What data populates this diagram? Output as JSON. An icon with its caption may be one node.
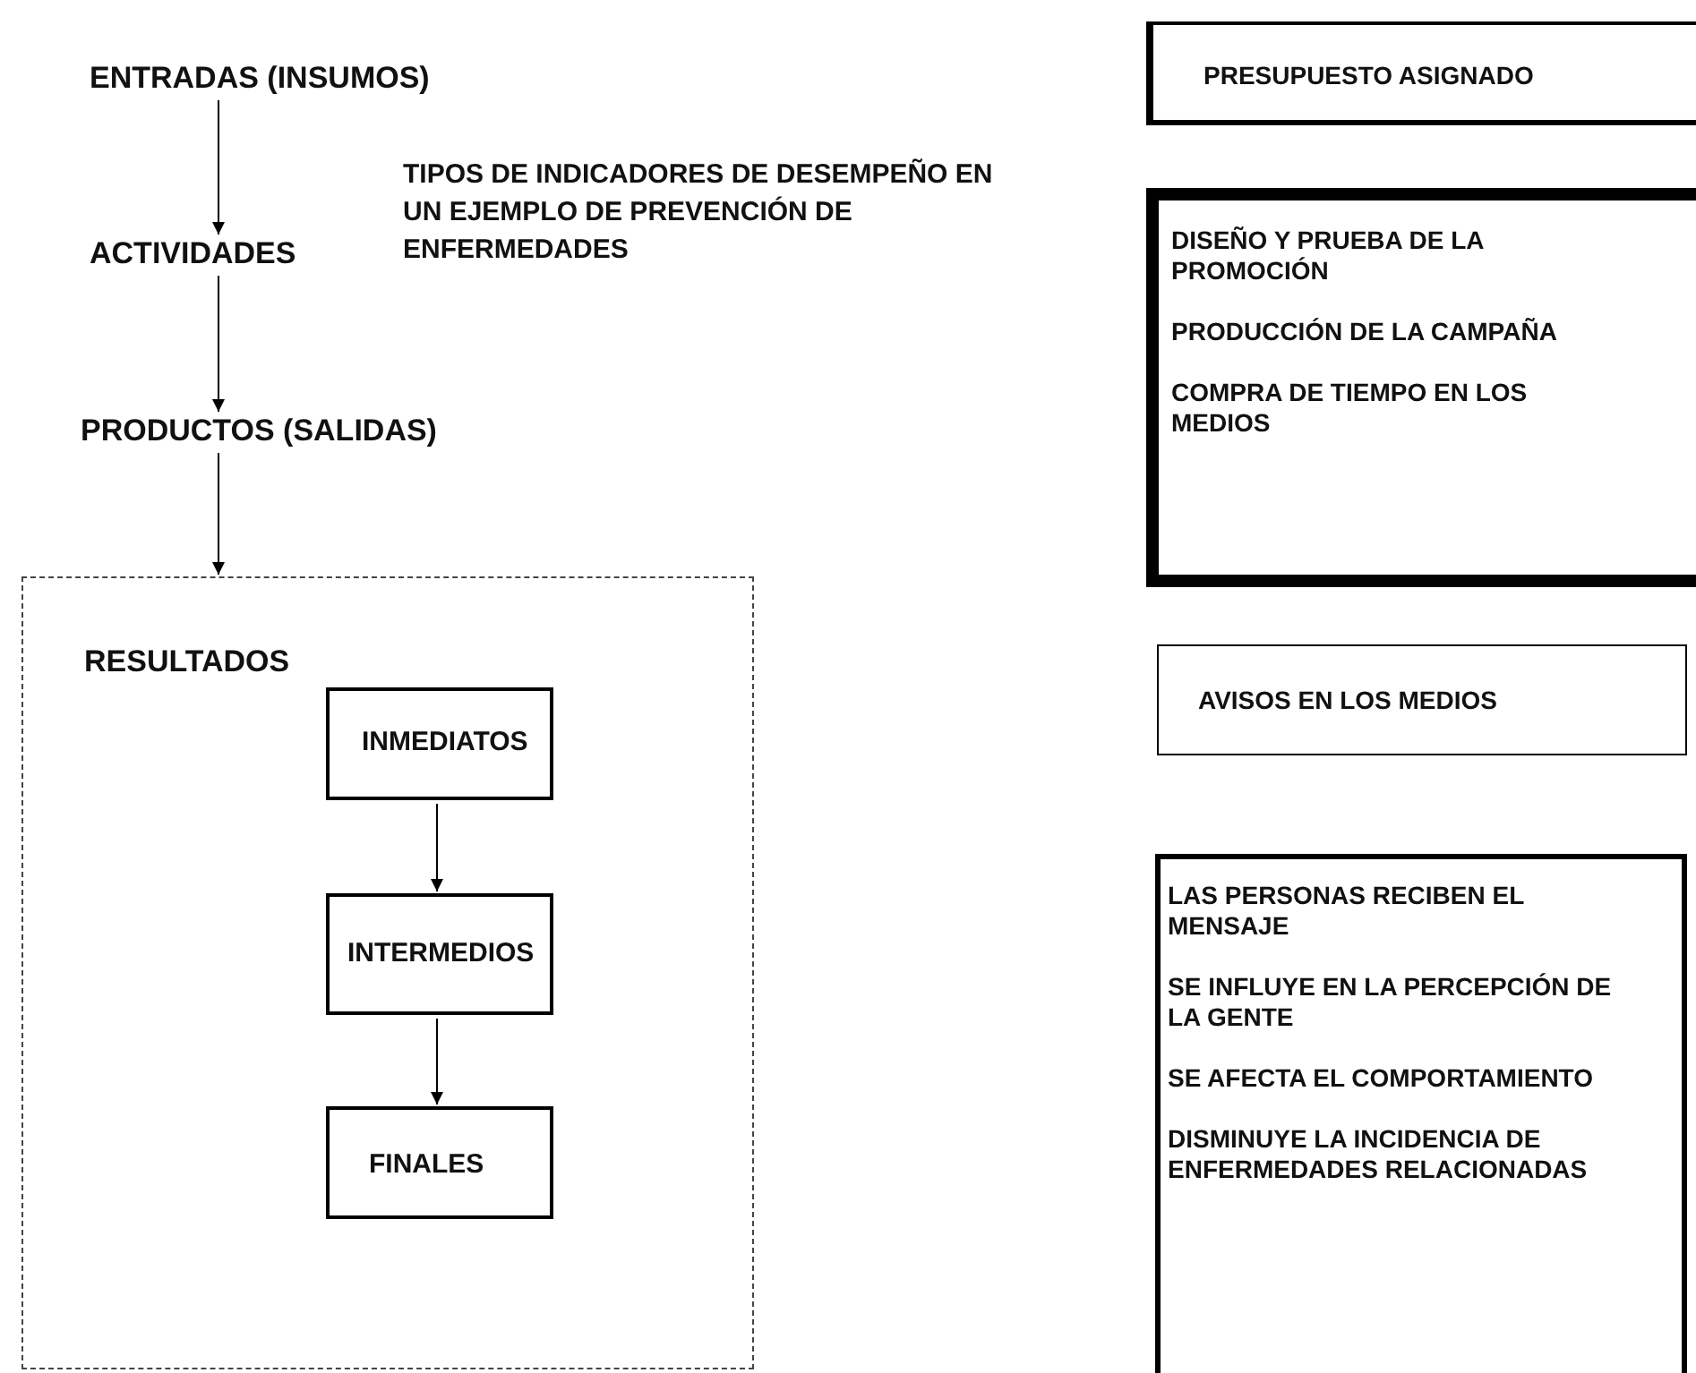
{
  "diagram": {
    "title": "TIPOS DE INDICADORES DE DESEMPEÑO EN UN EJEMPLO DE PREVENCIÓN DE ENFERMEDADES",
    "nodes": [
      {
        "text": [
          "ENTRADAS (INSUMOS)"
        ]
      },
      {
        "text": [
          "ACTIVIDADES"
        ]
      },
      {
        "text": [
          "PRODUCTOS (SALIDAS)"
        ]
      },
      {
        "text": [
          "RESULTADOS"
        ]
      },
      {
        "text": [
          "INMEDIATOS"
        ],
        "in": 3
      },
      {
        "text": [
          "INTERMEDIOS"
        ],
        "in": 3
      },
      {
        "text": [
          "FINALES"
        ],
        "in": 3
      },
      {
        "text": [
          "PRESUPUESTO ASIGNADO"
        ]
      },
      {
        "text": [
          "DISEÑO Y PRUEBA DE LA PROMOCIÓN",
          "PRODUCCIÓN DE LA CAMPAÑA",
          "COMPRA DE TIEMPO EN LOS MEDIOS"
        ]
      },
      {
        "text": [
          "AVISOS EN LOS MEDIOS"
        ]
      },
      {
        "text": [
          "LAS PERSONAS RECIBEN EL MENSAJE",
          "SE INFLUYE EN LA PERCEPCIÓN DE LA GENTE",
          "SE AFECTA EL COMPORTAMIENTO",
          "DISMINUYE LA INCIDENCIA DE ENFERMEDADES RELACIONADAS"
        ]
      }
    ],
    "edges": [
      {
        "from": 0,
        "to": 1,
        "arrow": "to"
      },
      {
        "from": 1,
        "to": 2,
        "arrow": "to"
      },
      {
        "from": 2,
        "to": 3,
        "arrow": "to"
      },
      {
        "from": 4,
        "to": 5,
        "arrow": "to"
      },
      {
        "from": 5,
        "to": 6,
        "arrow": "to"
      }
    ]
  }
}
